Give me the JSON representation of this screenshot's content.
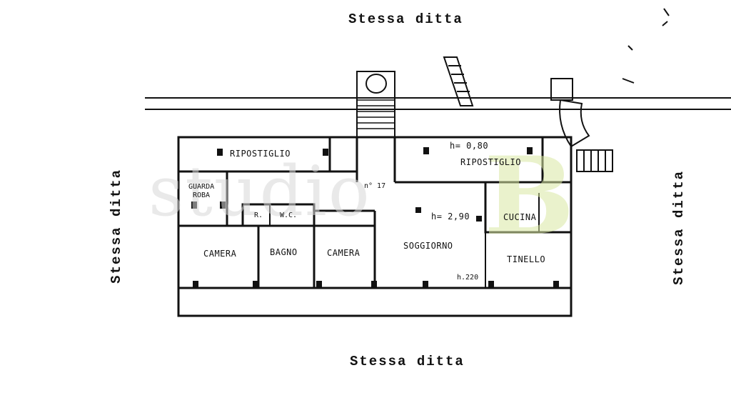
{
  "border_labels": {
    "top": "Stessa ditta",
    "bottom": "Stessa ditta",
    "left": "Stessa ditta",
    "right": "Stessa ditta"
  },
  "rooms": {
    "ripostiglio_left": "RIPOSTIGLIO",
    "guardaroba_line1": "GUARDA",
    "guardaroba_line2": "ROBA",
    "number": "n° 17",
    "height_top": "h= 0,80",
    "ripostiglio_right": "RIPOSTIGLIO",
    "r": "R.",
    "wc": "W.C.",
    "height_mid": "h= 2,90",
    "cucina": "CUCINA",
    "camera_left": "CAMERA",
    "bagno": "BAGNO",
    "camera_mid": "CAMERA",
    "soggiorno": "SOGGIORNO",
    "tinello": "TINELLO",
    "height_low": "h.220"
  },
  "watermark": {
    "text": "studio",
    "letter": "B",
    "letter_color": "#d9e8a3"
  }
}
